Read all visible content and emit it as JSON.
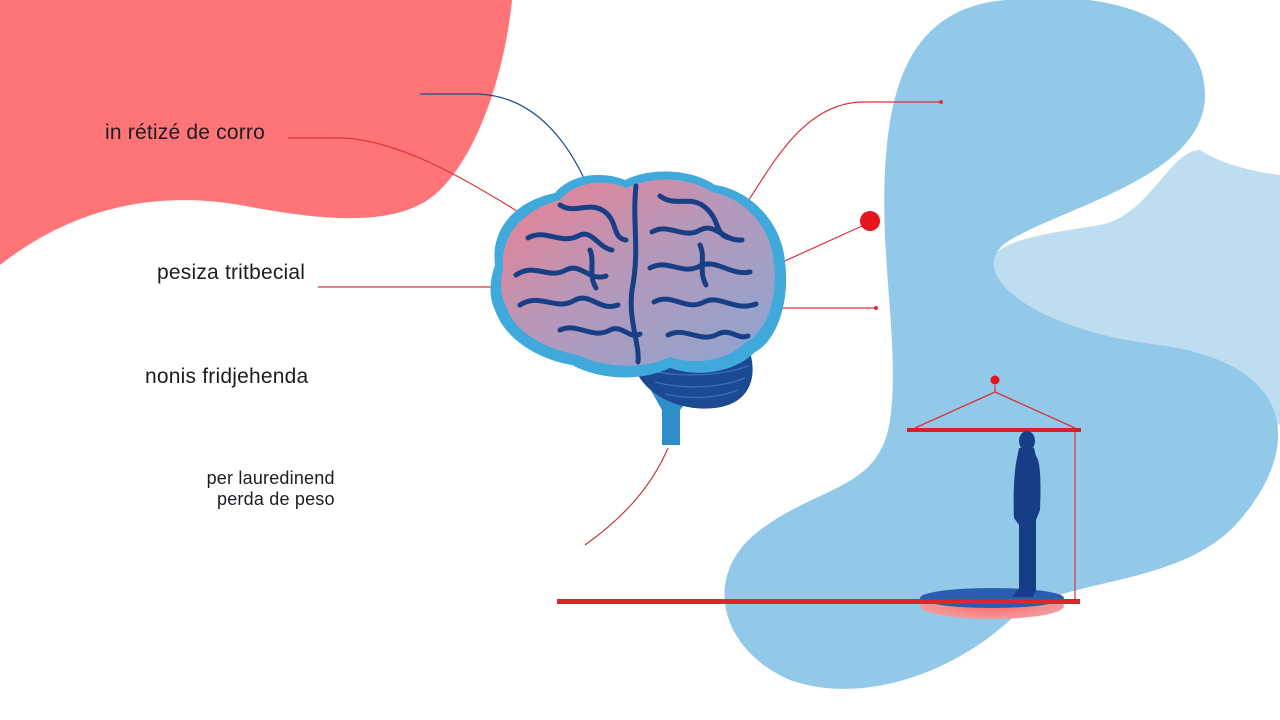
{
  "labels": {
    "top": "in rétizé de corro",
    "middle": "pesiza tritbecial",
    "lower": "nonis fridjehenda",
    "bottom_line1": "per lauredinend",
    "bottom_line2": "perda de peso"
  },
  "colors": {
    "coral": "#FF7476",
    "sky_blue": "#93C9E8",
    "pale_blue": "#BFDDF0",
    "navy": "#163E86",
    "accent_red": "#E3262C",
    "brain_blue": "#3FA9DC"
  },
  "icons": {
    "brain": "brain-icon",
    "person": "person-silhouette-icon",
    "scale": "balance-scale-icon"
  }
}
